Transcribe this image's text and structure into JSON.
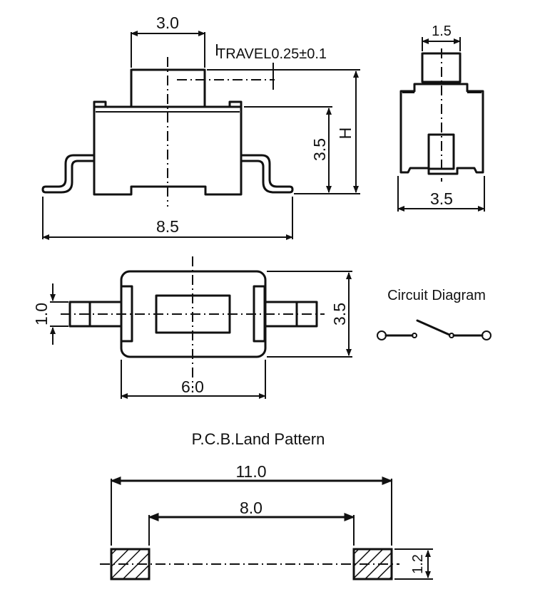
{
  "drawing": {
    "front_view": {
      "plunger_width": "3.0",
      "travel_note": "TRAVEL0.25±0.1",
      "body_height": "3.5",
      "overall_height": "H",
      "overall_width": "8.5"
    },
    "side_view": {
      "plunger_width": "1.5",
      "body_width": "3.5"
    },
    "top_view": {
      "terminal_width": "1.0",
      "body_height": "3.5",
      "body_width": "6.0"
    },
    "circuit": {
      "title": "Circuit Diagram",
      "symbol": "normally-open-switch"
    },
    "pcb_land_pattern": {
      "title": "P.C.B.Land Pattern",
      "outer_span": "11.0",
      "inner_span": "8.0",
      "pad_height": "1.2"
    }
  }
}
